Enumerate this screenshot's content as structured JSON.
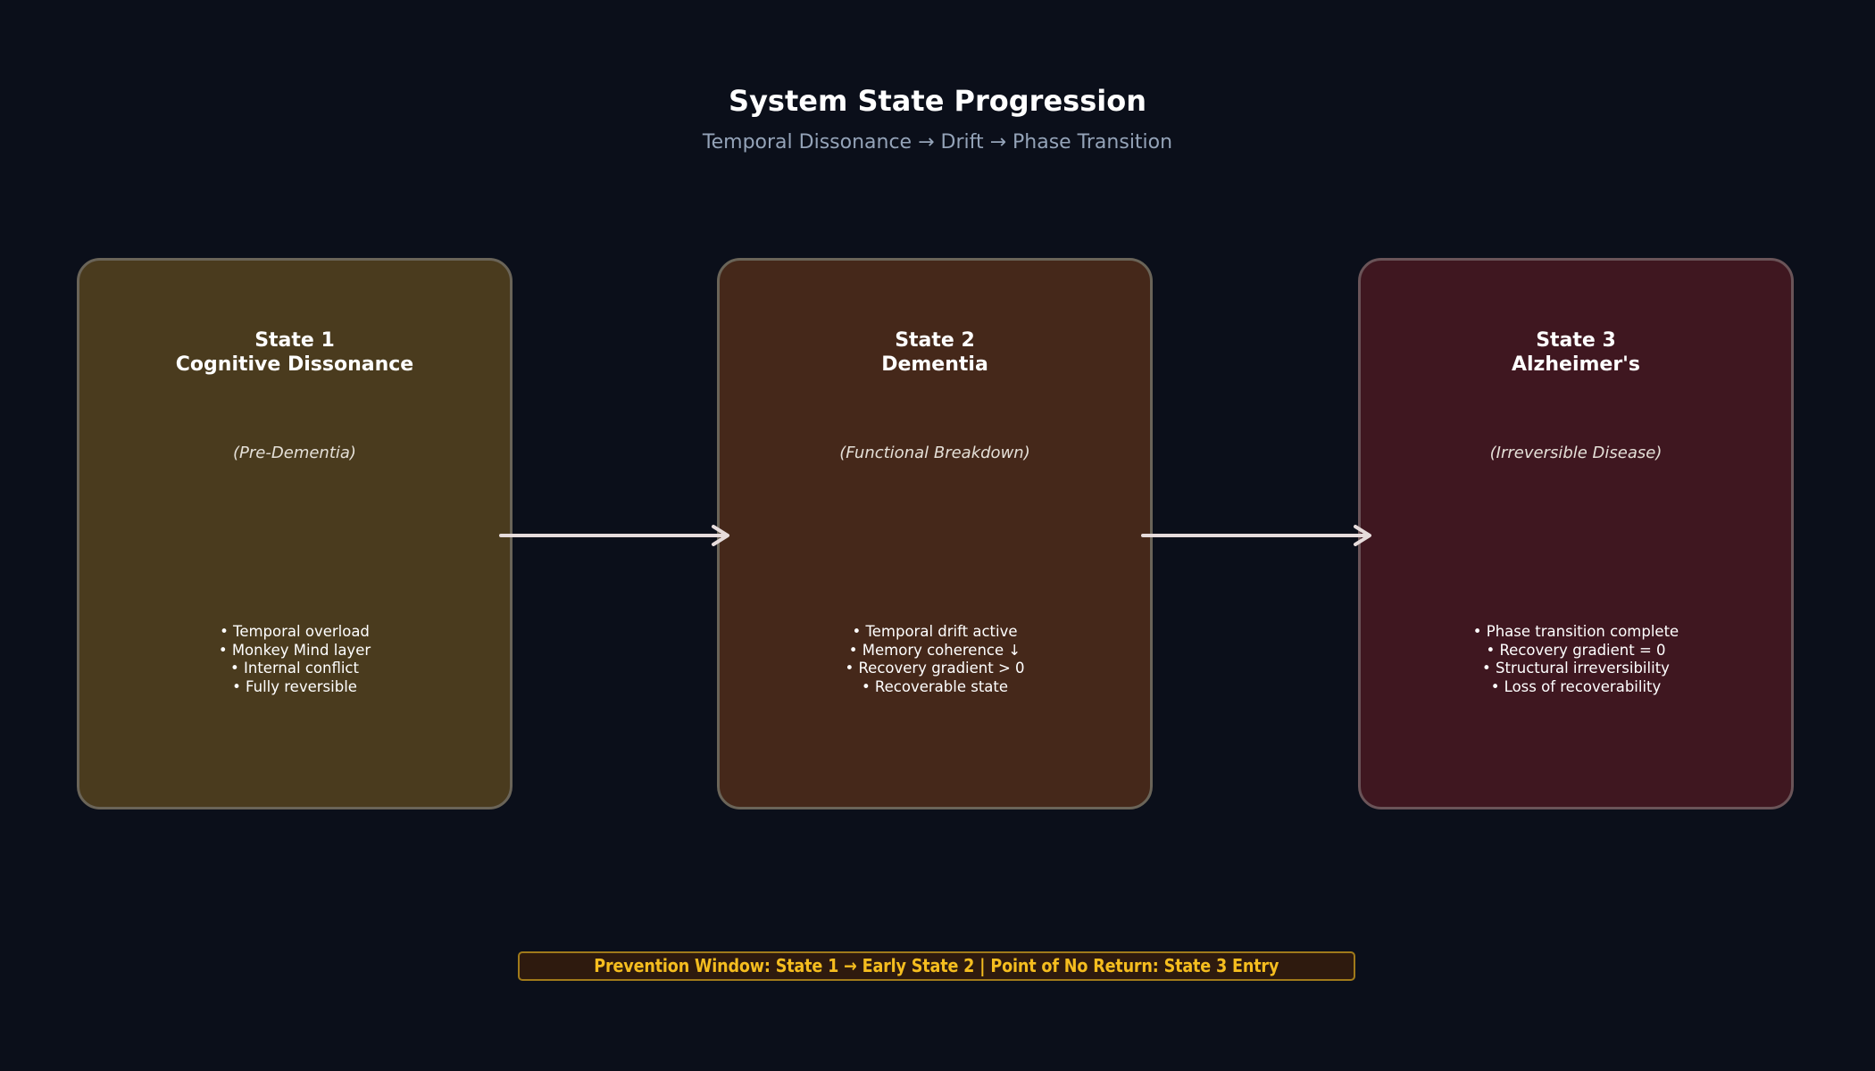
{
  "header": {
    "title": "System State Progression",
    "subtitle": "Temporal Dissonance → Drift → Phase Transition"
  },
  "states": [
    {
      "title_line1": "State 1",
      "title_line2": "Cognitive Dissonance",
      "subtitle": "(Pre-Dementia)",
      "bullets": [
        "• Temporal overload",
        "• Monkey Mind layer",
        "• Internal conflict",
        "• Fully reversible"
      ],
      "color": "#4a3b1e"
    },
    {
      "title_line1": "State 2",
      "title_line2": "Dementia",
      "subtitle": "(Functional Breakdown)",
      "bullets": [
        "• Temporal drift active",
        "• Memory coherence ↓",
        "• Recovery gradient > 0",
        "• Recoverable state"
      ],
      "color": "#45281a"
    },
    {
      "title_line1": "State 3",
      "title_line2": "Alzheimer's",
      "subtitle": "(Irreversible Disease)",
      "bullets": [
        "• Phase transition complete",
        "• Recovery gradient = 0",
        "• Structural irreversibility",
        "• Loss of recoverability"
      ],
      "color": "#3f1720"
    }
  ],
  "footer": {
    "text": "Prevention Window: State 1 → Early State 2 | Point of No Return: State 3 Entry"
  }
}
